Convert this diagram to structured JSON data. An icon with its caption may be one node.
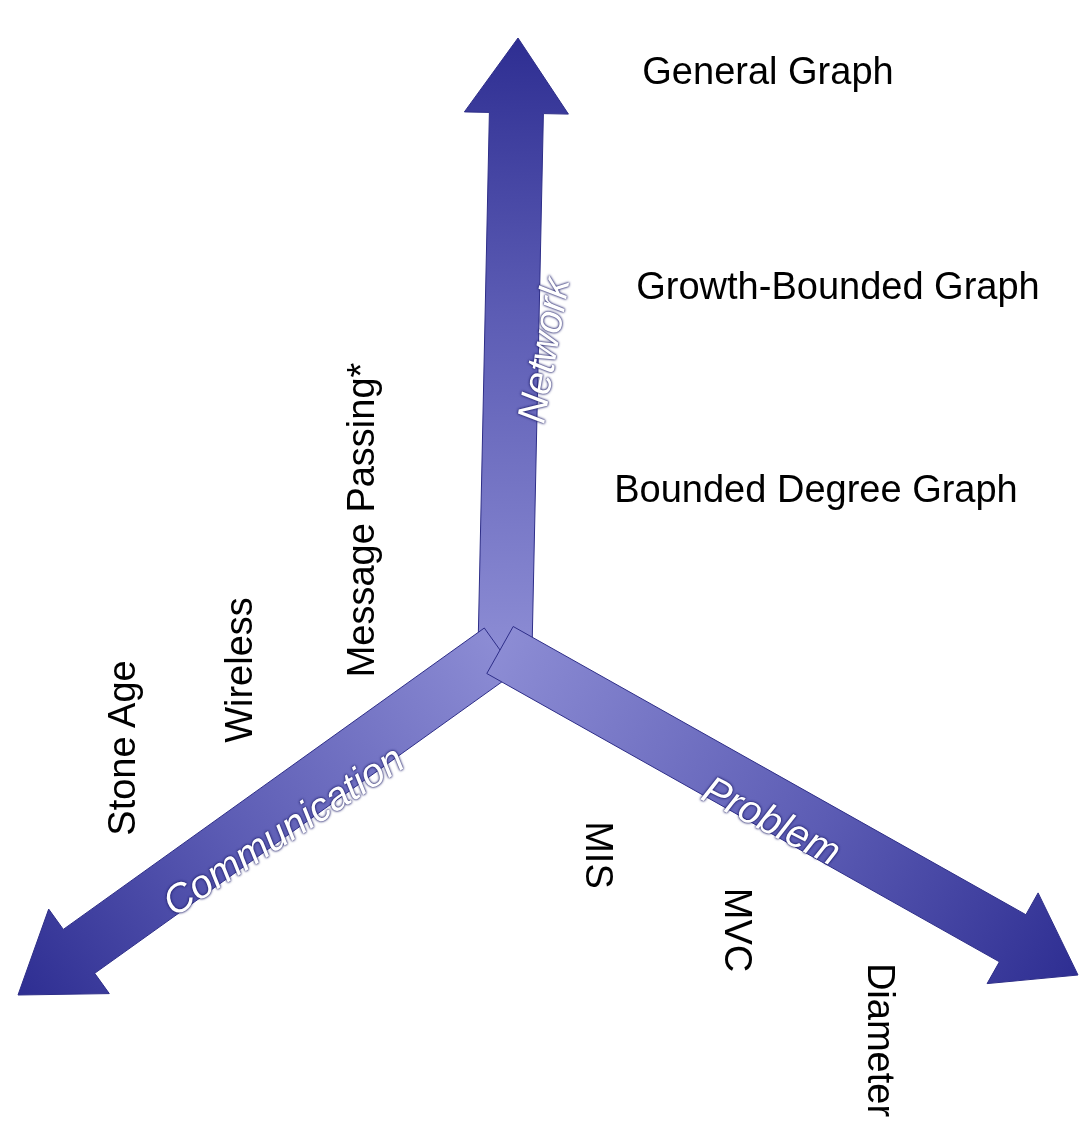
{
  "diagram": {
    "labels": [
      "General Graph",
      "Growth-Bounded Graph",
      "Bounded Degree Graph",
      "Network",
      "Message Passing*",
      "Wireless",
      "Stone Age",
      "Communication",
      "Problem",
      "MIS",
      "MVC",
      "Diameter"
    ]
  }
}
